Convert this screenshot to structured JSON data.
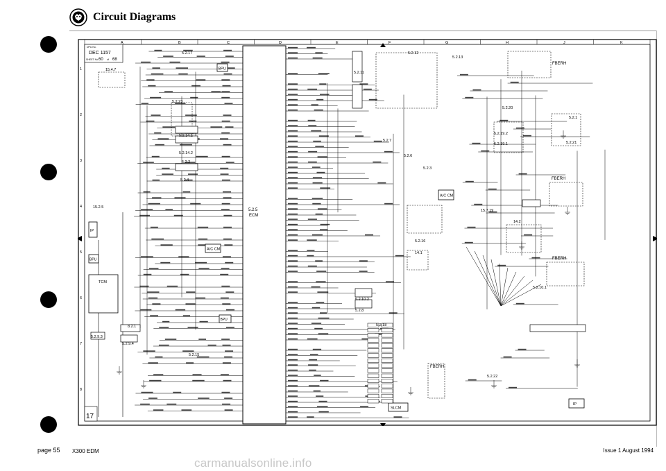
{
  "header": {
    "title": "Circuit Diagrams"
  },
  "footer": {
    "page": "page 55",
    "doc": "X300 EDM",
    "issue": "Issue 1 August 1994"
  },
  "watermark": "carmanualsonline.info",
  "sheet": {
    "dpu_label": "DPU No.",
    "date": "DEC 1157",
    "sheet_no_label": "SHEET No.",
    "sheet_no": "60",
    "sheet_of_label": "of",
    "sheet_total": "68",
    "sheet_number": "17",
    "col_labels": [
      "A",
      "B",
      "C",
      "D",
      "E",
      "F",
      "G",
      "H",
      "J",
      "K"
    ],
    "row_labels": [
      "1",
      "2",
      "3",
      "4",
      "5",
      "6",
      "7",
      "8"
    ]
  },
  "modules": {
    "ecm": "ECM",
    "ecm_ref": "5.2.5",
    "bpu": "BPU",
    "ip": "IP",
    "tcm": "TCM",
    "acm": "A/C CM",
    "slcm": "SLCM",
    "fberh": "FBERH"
  },
  "refs": [
    "5.2.17",
    "15.4.7",
    "5.2.23",
    "5.2.14.1",
    "5.2.14.2",
    "5.2.2",
    "5.2.4",
    "15.2.5",
    "5.2.15",
    "8.2.1",
    "5.2.9.3",
    "5.2.9.4",
    "5.2.11",
    "5.2.12",
    "5.2.13",
    "5.2.7",
    "5.2.6",
    "5.2.3",
    "5.2.19.2",
    "5.2.19.1",
    "5.2.20",
    "5.2.1",
    "5.2.21",
    "15.7.19",
    "14.2",
    "5.2.16",
    "14.1",
    "5.2.10.1",
    "5.2.10.2",
    "5.2.8",
    "5.2.18",
    "5.2.22"
  ]
}
